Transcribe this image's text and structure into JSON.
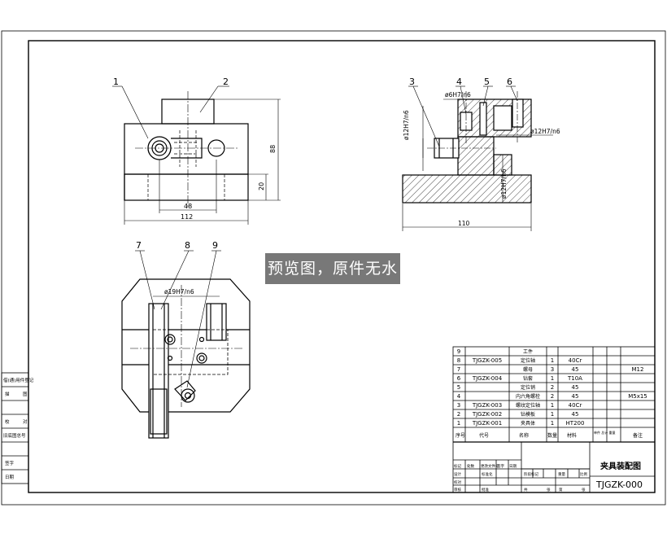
{
  "watermark": "预览图，原件无水印",
  "side_stamp": [
    "借(通)用件登记",
    "旧底图总号",
    "签字",
    "日期"
  ],
  "side_stamp_rows": [
    "描",
    "图",
    "校",
    "对"
  ],
  "balloons": [
    "1",
    "2",
    "3",
    "4",
    "5",
    "6",
    "7",
    "8",
    "9"
  ],
  "dims": {
    "width_112": "112",
    "width_48": "48",
    "height_88": "88",
    "height_20": "20",
    "width_110": "110",
    "fit_6h7": "ø6H7/n6",
    "fit_12h7_left": "ø12H7/n6",
    "fit_12h7_right": "ø12H7/n6",
    "fit_12h7_vert": "ø12H7/h6",
    "fit_19h7": "ø19H7/n6"
  },
  "bom": {
    "rows": [
      {
        "no": "9",
        "code": "",
        "name": "工件",
        "qty": "",
        "material": "",
        "note": ""
      },
      {
        "no": "8",
        "code": "TJGZK-005",
        "name": "定位轴",
        "qty": "1",
        "material": "40Cr",
        "note": ""
      },
      {
        "no": "7",
        "code": "",
        "name": "螺母",
        "qty": "3",
        "material": "45",
        "note": "M12"
      },
      {
        "no": "6",
        "code": "TJGZK-004",
        "name": "钻套",
        "qty": "1",
        "material": "T10A",
        "note": ""
      },
      {
        "no": "5",
        "code": "",
        "name": "定位销",
        "qty": "2",
        "material": "45",
        "note": ""
      },
      {
        "no": "4",
        "code": "",
        "name": "内六角螺栓",
        "qty": "2",
        "material": "45",
        "note": "M5x15"
      },
      {
        "no": "3",
        "code": "TJGZK-003",
        "name": "螺纹定位轴",
        "qty": "1",
        "material": "40Cr",
        "note": ""
      },
      {
        "no": "2",
        "code": "TJGZK-002",
        "name": "钻模板",
        "qty": "1",
        "material": "45",
        "note": ""
      },
      {
        "no": "1",
        "code": "TJGZK-001",
        "name": "夹具体",
        "qty": "1",
        "material": "HT200",
        "note": ""
      }
    ],
    "header": {
      "no": "序号",
      "code": "代号",
      "name": "名称",
      "qty": "数量",
      "material": "材料",
      "weight": "单件 总计 重量",
      "note": "备注"
    }
  },
  "title_block": {
    "drawing_name": "夹具装配图",
    "drawing_code": "TJGZK-000",
    "rev_labels": [
      "标记",
      "处数",
      "更改文件号",
      "签字",
      "日期"
    ],
    "sign_labels": [
      "设计",
      "校对",
      "审核",
      "批准",
      "标准化"
    ],
    "stage_labels": [
      "阶段标记",
      "重量",
      "比例"
    ],
    "sheet_labels": [
      "共",
      "张",
      "第",
      "张"
    ]
  }
}
